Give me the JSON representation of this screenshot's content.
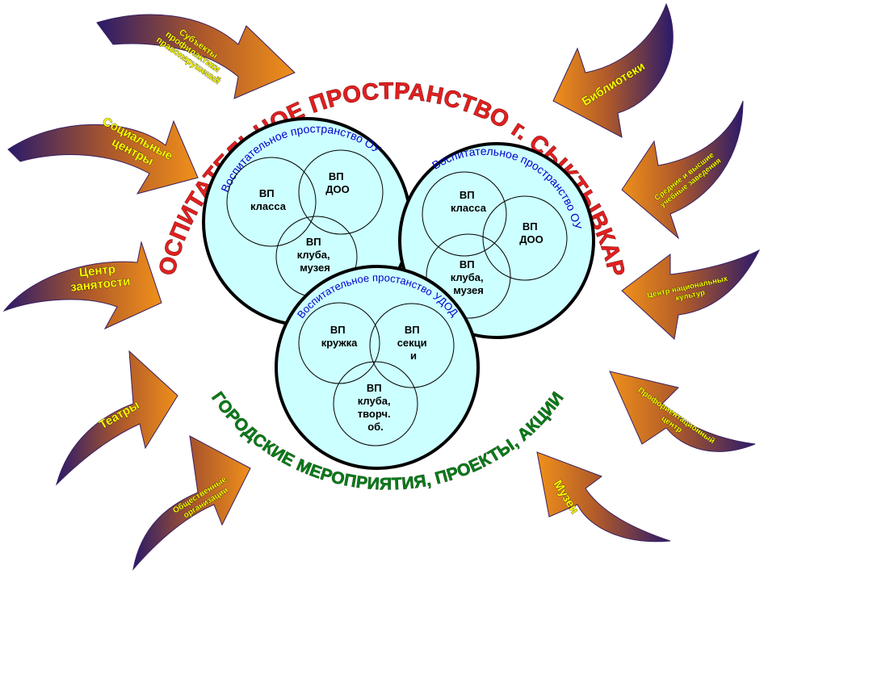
{
  "diagram": {
    "title": "ВОСПИТАТЕЛЬНОЕ ПРОСТРАНСТВО г. СЫКТЫВКАРА",
    "city_events": "ГОРОДСКИЕ МЕРОПРИЯТИЯ, ПРОЕКТЫ, АКЦИИ",
    "colors": {
      "circle_fill": "#ccffff",
      "title": "#e02020",
      "city_events": "#0a7a1a",
      "space_label": "#0000cc",
      "arrow_head": "#e07a10",
      "arrow_tail": "#2a1a6a",
      "arrow_label": "#ffff00"
    },
    "spaces": [
      {
        "label": "Воспитательное пространство ОУ",
        "circles": [
          {
            "lines": [
              "ВП",
              "класса"
            ]
          },
          {
            "lines": [
              "ВП",
              "ДОО"
            ]
          },
          {
            "lines": [
              "ВП",
              "клуба,",
              "музея"
            ]
          }
        ]
      },
      {
        "label": "Воспитательное пространство ОУ",
        "circles": [
          {
            "lines": [
              "ВП",
              "класса"
            ]
          },
          {
            "lines": [
              "ВП",
              "ДОО"
            ]
          },
          {
            "lines": [
              "ВП",
              "клуба,",
              "музея"
            ]
          }
        ]
      },
      {
        "label": "Воспитательное простанство УДОД",
        "circles": [
          {
            "lines": [
              "ВП",
              "кружка"
            ]
          },
          {
            "lines": [
              "ВП",
              "секци",
              "и"
            ]
          },
          {
            "lines": [
              "ВП",
              "клуба,",
              "творч.",
              "об."
            ]
          }
        ]
      }
    ],
    "arrows": [
      {
        "lines": [
          "Субъекты",
          "профилактики",
          "правонарушений"
        ],
        "icon": "curved-arrow"
      },
      {
        "lines": [
          "Социальные",
          "центры"
        ],
        "icon": "curved-arrow"
      },
      {
        "lines": [
          "Центр",
          "занятости"
        ],
        "icon": "curved-arrow"
      },
      {
        "lines": [
          "Театры"
        ],
        "icon": "curved-arrow"
      },
      {
        "lines": [
          "Общественные",
          "организации"
        ],
        "icon": "curved-arrow"
      },
      {
        "lines": [
          "Библиотеки"
        ],
        "icon": "curved-arrow"
      },
      {
        "lines": [
          "Средние и высшие",
          "учебные заведения"
        ],
        "icon": "curved-arrow"
      },
      {
        "lines": [
          "Центр национальных",
          "культур"
        ],
        "icon": "curved-arrow"
      },
      {
        "lines": [
          "Профориентационный",
          "центр"
        ],
        "icon": "curved-arrow"
      },
      {
        "lines": [
          "Музеи"
        ],
        "icon": "curved-arrow"
      }
    ]
  }
}
